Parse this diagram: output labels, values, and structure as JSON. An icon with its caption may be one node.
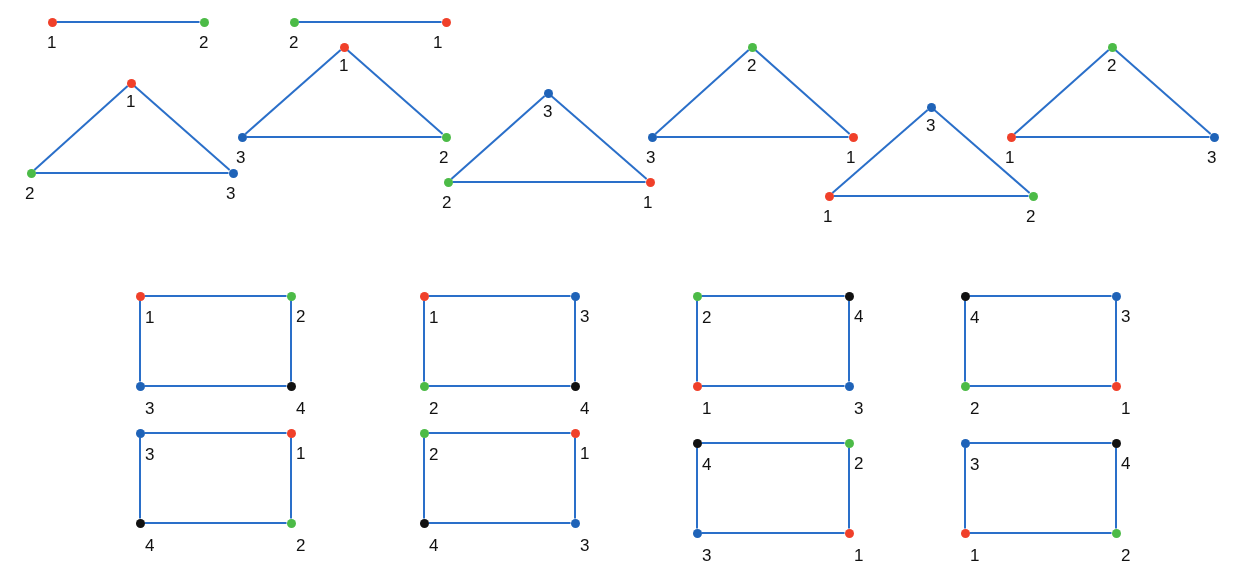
{
  "diagram": {
    "nodes": [
      {
        "text": [],
        "shape": "circle",
        "beside": [
          "1"
        ]
      },
      {
        "text": [],
        "shape": "circle",
        "beside": [
          "2"
        ]
      },
      {
        "text": [],
        "shape": "circle",
        "beside": [
          "2"
        ]
      },
      {
        "text": [],
        "shape": "circle",
        "beside": [
          "1"
        ]
      },
      {
        "text": [],
        "shape": "circle",
        "beside": [
          "1"
        ]
      },
      {
        "text": [],
        "shape": "circle",
        "beside": [
          "2"
        ]
      },
      {
        "text": [],
        "shape": "circle",
        "beside": [
          "3"
        ]
      },
      {
        "text": [],
        "shape": "circle",
        "beside": [
          "1"
        ]
      },
      {
        "text": [],
        "shape": "circle",
        "beside": [
          "3"
        ]
      },
      {
        "text": [],
        "shape": "circle",
        "beside": [
          "2"
        ]
      },
      {
        "text": [],
        "shape": "circle",
        "beside": [
          "3"
        ]
      },
      {
        "text": [],
        "shape": "circle",
        "beside": [
          "2"
        ]
      },
      {
        "text": [],
        "shape": "circle",
        "beside": [
          "1"
        ]
      },
      {
        "text": [],
        "shape": "circle",
        "beside": [
          "2"
        ]
      },
      {
        "text": [],
        "shape": "circle",
        "beside": [
          "3"
        ]
      },
      {
        "text": [],
        "shape": "circle",
        "beside": [
          "1"
        ]
      },
      {
        "text": [],
        "shape": "circle",
        "beside": [
          "3"
        ]
      },
      {
        "text": [],
        "shape": "circle",
        "beside": [
          "1"
        ]
      },
      {
        "text": [],
        "shape": "circle",
        "beside": [
          "2"
        ]
      },
      {
        "text": [],
        "shape": "circle",
        "beside": [
          "2"
        ]
      },
      {
        "text": [],
        "shape": "circle",
        "beside": [
          "1"
        ]
      },
      {
        "text": [],
        "shape": "circle",
        "beside": [
          "3"
        ]
      },
      {
        "text": [],
        "shape": "circle",
        "beside": [
          "1"
        ]
      },
      {
        "text": [],
        "shape": "circle",
        "beside": [
          "2"
        ]
      },
      {
        "text": [],
        "shape": "circle",
        "beside": [
          "3"
        ]
      },
      {
        "text": [],
        "shape": "circle",
        "beside": [
          "4"
        ]
      },
      {
        "text": [],
        "shape": "circle",
        "beside": [
          "1"
        ]
      },
      {
        "text": [],
        "shape": "circle",
        "beside": [
          "3"
        ]
      },
      {
        "text": [],
        "shape": "circle",
        "beside": [
          "2"
        ]
      },
      {
        "text": [],
        "shape": "circle",
        "beside": [
          "4"
        ]
      },
      {
        "text": [],
        "shape": "circle",
        "beside": [
          "2"
        ]
      },
      {
        "text": [],
        "shape": "circle",
        "beside": [
          "4"
        ]
      },
      {
        "text": [],
        "shape": "circle",
        "beside": [
          "1"
        ]
      },
      {
        "text": [],
        "shape": "circle",
        "beside": [
          "3"
        ]
      },
      {
        "text": [],
        "shape": "circle",
        "beside": [
          "4"
        ]
      },
      {
        "text": [],
        "shape": "circle",
        "beside": [
          "3"
        ]
      },
      {
        "text": [],
        "shape": "circle",
        "beside": [
          "2"
        ]
      },
      {
        "text": [],
        "shape": "circle",
        "beside": [
          "1"
        ]
      },
      {
        "text": [],
        "shape": "circle",
        "beside": [
          "3"
        ]
      },
      {
        "text": [],
        "shape": "circle",
        "beside": [
          "1"
        ]
      },
      {
        "text": [],
        "shape": "circle",
        "beside": [
          "4"
        ]
      },
      {
        "text": [],
        "shape": "circle",
        "beside": [
          "2"
        ]
      },
      {
        "text": [],
        "shape": "circle",
        "beside": [
          "2"
        ]
      },
      {
        "text": [],
        "shape": "circle",
        "beside": [
          "1"
        ]
      },
      {
        "text": [],
        "shape": "circle",
        "beside": [
          "4"
        ]
      },
      {
        "text": [],
        "shape": "circle",
        "beside": [
          "3"
        ]
      },
      {
        "text": [],
        "shape": "circle",
        "beside": [
          "4"
        ]
      },
      {
        "text": [],
        "shape": "circle",
        "beside": [
          "2"
        ]
      },
      {
        "text": [],
        "shape": "circle",
        "beside": [
          "3"
        ]
      },
      {
        "text": [],
        "shape": "circle",
        "beside": [
          "1"
        ]
      },
      {
        "text": [],
        "shape": "circle",
        "beside": [
          "3"
        ]
      },
      {
        "text": [],
        "shape": "circle",
        "beside": [
          "4"
        ]
      },
      {
        "text": [],
        "shape": "circle",
        "beside": [
          "1"
        ]
      },
      {
        "text": [],
        "shape": "circle",
        "beside": [
          "2"
        ]
      }
    ],
    "edges": [
      {
        "from": 0,
        "to": 1,
        "arrow": "none"
      },
      {
        "from": 2,
        "to": 3,
        "arrow": "none"
      },
      {
        "from": 4,
        "to": 5,
        "arrow": "none"
      },
      {
        "from": 5,
        "to": 6,
        "arrow": "none"
      },
      {
        "from": 4,
        "to": 6,
        "arrow": "none"
      },
      {
        "from": 7,
        "to": 8,
        "arrow": "none"
      },
      {
        "from": 8,
        "to": 9,
        "arrow": "none"
      },
      {
        "from": 7,
        "to": 9,
        "arrow": "none"
      },
      {
        "from": 10,
        "to": 11,
        "arrow": "none"
      },
      {
        "from": 11,
        "to": 12,
        "arrow": "none"
      },
      {
        "from": 10,
        "to": 12,
        "arrow": "none"
      },
      {
        "from": 13,
        "to": 14,
        "arrow": "none"
      },
      {
        "from": 14,
        "to": 15,
        "arrow": "none"
      },
      {
        "from": 13,
        "to": 15,
        "arrow": "none"
      },
      {
        "from": 16,
        "to": 17,
        "arrow": "none"
      },
      {
        "from": 17,
        "to": 18,
        "arrow": "none"
      },
      {
        "from": 16,
        "to": 18,
        "arrow": "none"
      },
      {
        "from": 19,
        "to": 20,
        "arrow": "none"
      },
      {
        "from": 20,
        "to": 21,
        "arrow": "none"
      },
      {
        "from": 19,
        "to": 21,
        "arrow": "none"
      },
      {
        "from": 22,
        "to": 23,
        "arrow": "none"
      },
      {
        "from": 23,
        "to": 25,
        "arrow": "none"
      },
      {
        "from": 25,
        "to": 24,
        "arrow": "none"
      },
      {
        "from": 24,
        "to": 22,
        "arrow": "none"
      },
      {
        "from": 26,
        "to": 27,
        "arrow": "none"
      },
      {
        "from": 27,
        "to": 29,
        "arrow": "none"
      },
      {
        "from": 29,
        "to": 28,
        "arrow": "none"
      },
      {
        "from": 28,
        "to": 26,
        "arrow": "none"
      },
      {
        "from": 30,
        "to": 31,
        "arrow": "none"
      },
      {
        "from": 31,
        "to": 33,
        "arrow": "none"
      },
      {
        "from": 33,
        "to": 32,
        "arrow": "none"
      },
      {
        "from": 32,
        "to": 30,
        "arrow": "none"
      },
      {
        "from": 34,
        "to": 35,
        "arrow": "none"
      },
      {
        "from": 35,
        "to": 37,
        "arrow": "none"
      },
      {
        "from": 37,
        "to": 36,
        "arrow": "none"
      },
      {
        "from": 36,
        "to": 34,
        "arrow": "none"
      },
      {
        "from": 38,
        "to": 39,
        "arrow": "none"
      },
      {
        "from": 39,
        "to": 41,
        "arrow": "none"
      },
      {
        "from": 41,
        "to": 40,
        "arrow": "none"
      },
      {
        "from": 40,
        "to": 38,
        "arrow": "none"
      },
      {
        "from": 42,
        "to": 43,
        "arrow": "none"
      },
      {
        "from": 43,
        "to": 45,
        "arrow": "none"
      },
      {
        "from": 45,
        "to": 44,
        "arrow": "none"
      },
      {
        "from": 44,
        "to": 42,
        "arrow": "none"
      },
      {
        "from": 46,
        "to": 47,
        "arrow": "none"
      },
      {
        "from": 47,
        "to": 49,
        "arrow": "none"
      },
      {
        "from": 49,
        "to": 48,
        "arrow": "none"
      },
      {
        "from": 48,
        "to": 46,
        "arrow": "none"
      },
      {
        "from": 50,
        "to": 51,
        "arrow": "none"
      },
      {
        "from": 51,
        "to": 53,
        "arrow": "none"
      },
      {
        "from": 53,
        "to": 52,
        "arrow": "none"
      },
      {
        "from": 52,
        "to": 50,
        "arrow": "none"
      }
    ]
  }
}
